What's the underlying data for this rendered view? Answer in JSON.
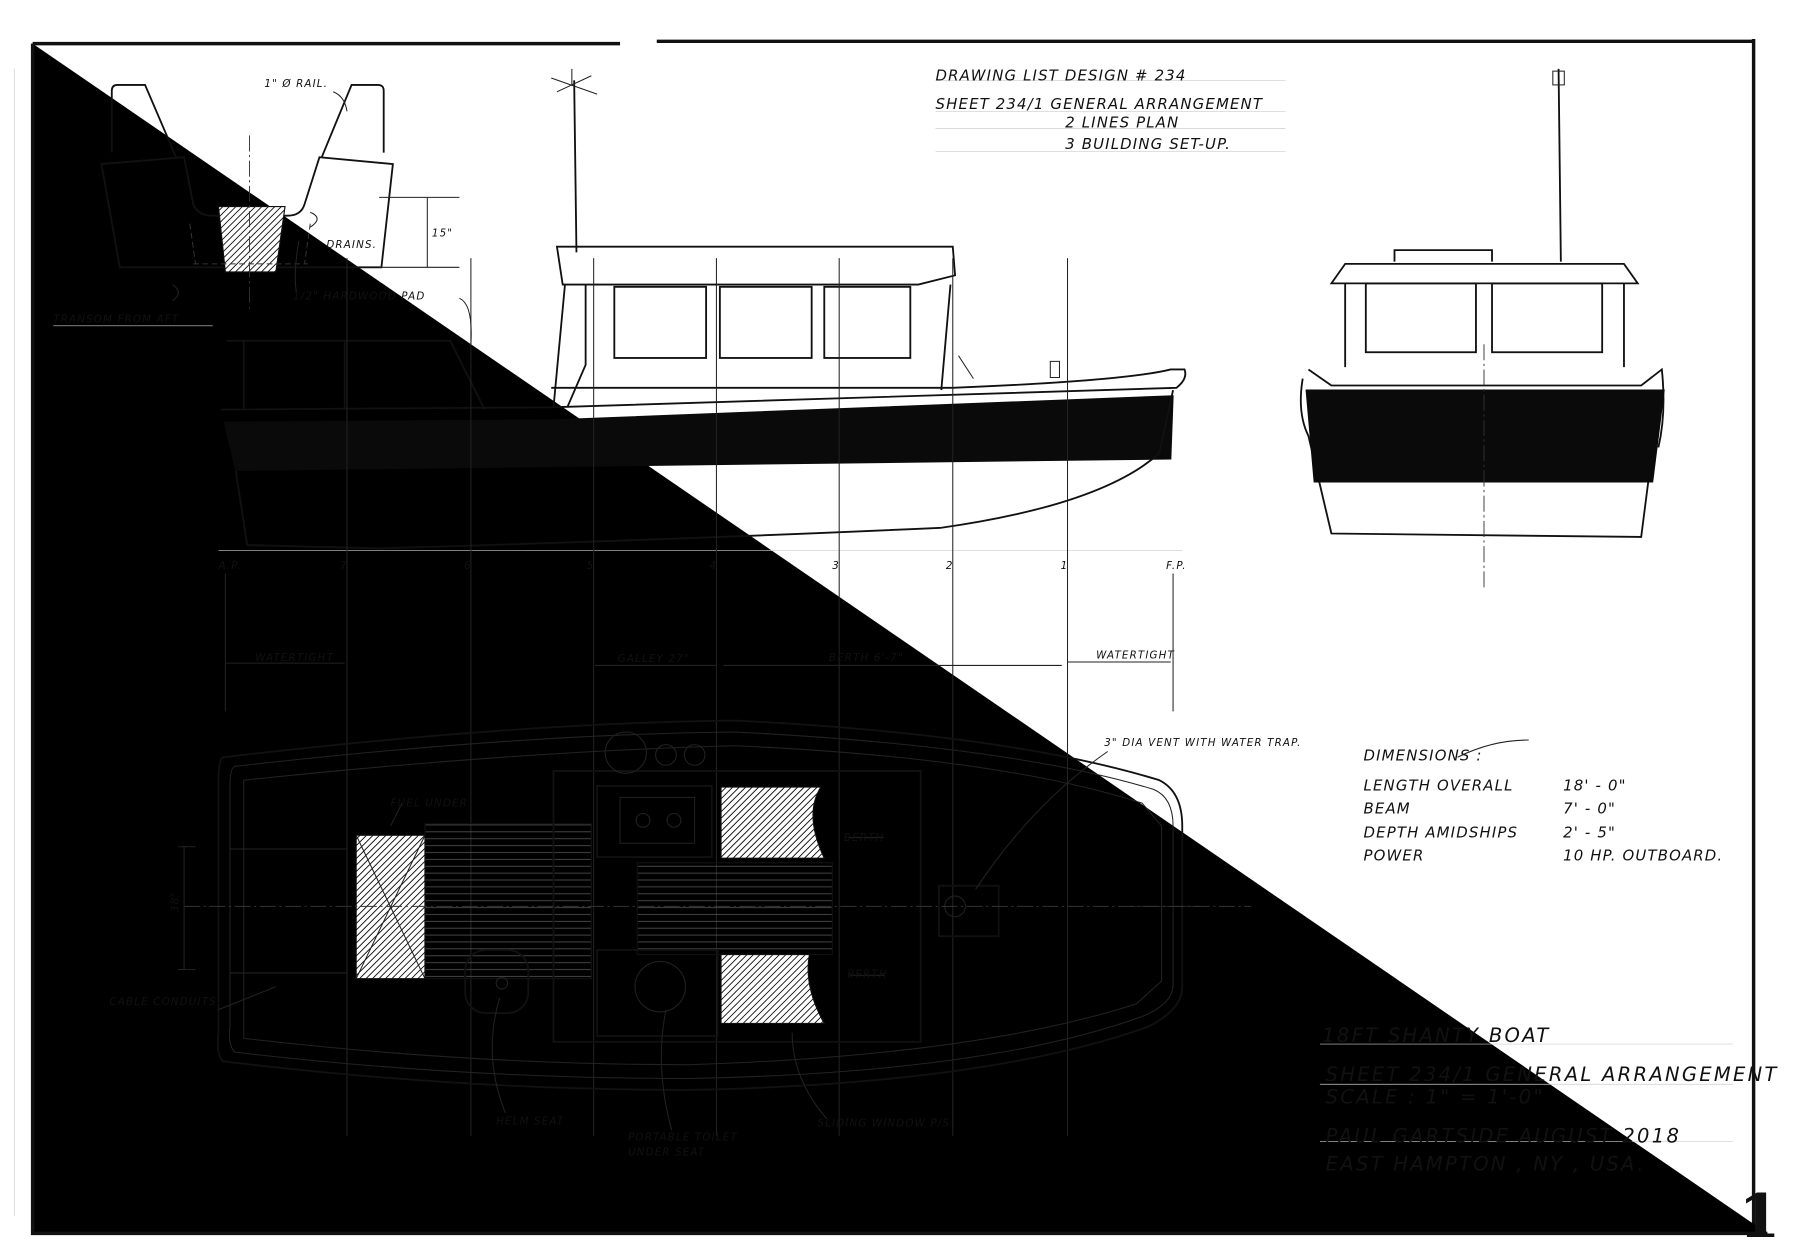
{
  "drawing_list": {
    "heading": "DRAWING LIST  DESIGN # 234",
    "line1": "SHEET 234/1  GENERAL ARRANGEMENT",
    "line2": "2  LINES PLAN",
    "line3": "3  BUILDING SET-UP."
  },
  "transom_view": {
    "rail": "1\" Ø RAIL.",
    "drains": "DRAINS.",
    "height": "15\"",
    "pad": "1/2\" HARDWOOD PAD",
    "caption": "TRANSOM FROM AFT"
  },
  "stations": [
    "A.P.",
    "7",
    "6",
    "5",
    "4",
    "3",
    "2",
    "1",
    "F.P."
  ],
  "dimension_labels": {
    "watertight_aft": "WATERTIGHT",
    "galley": "GALLEY 27\"",
    "berth": "BERTH 6'-7\"",
    "watertight_fwd": "WATERTIGHT"
  },
  "plan_labels": {
    "vent": "3\" DIA VENT WITH WATER TRAP.",
    "fuel": "FUEL UNDER",
    "berth_upper": "BERTH",
    "berth_lower": "BERTH",
    "width": "38\"",
    "cable": "CABLE CONDUITS.",
    "helm": "HELM SEAT",
    "toilet_1": "PORTABLE TOILET",
    "toilet_2": "UNDER SEAT",
    "window": "SLIDING WINDOW P/S"
  },
  "dimensions": {
    "heading": "DIMENSIONS :",
    "rows": [
      {
        "label": "LENGTH OVERALL",
        "value": "18' - 0\""
      },
      {
        "label": "BEAM",
        "value": "7' - 0\""
      },
      {
        "label": "DEPTH AMIDSHIPS",
        "value": "2' - 5\""
      },
      {
        "label": "POWER",
        "value": "10 HP. OUTBOARD."
      }
    ]
  },
  "title_block": {
    "title": "18FT SHANTY BOAT",
    "sheet": "SHEET 234/1  GENERAL ARRANGEMENT",
    "scale": "SCALE :  1\" = 1'-0\"",
    "designer": "PAUL GARTSIDE  AUGUST 2018",
    "location": "EAST HAMPTON , NY , USA."
  },
  "sheet_number": "1"
}
